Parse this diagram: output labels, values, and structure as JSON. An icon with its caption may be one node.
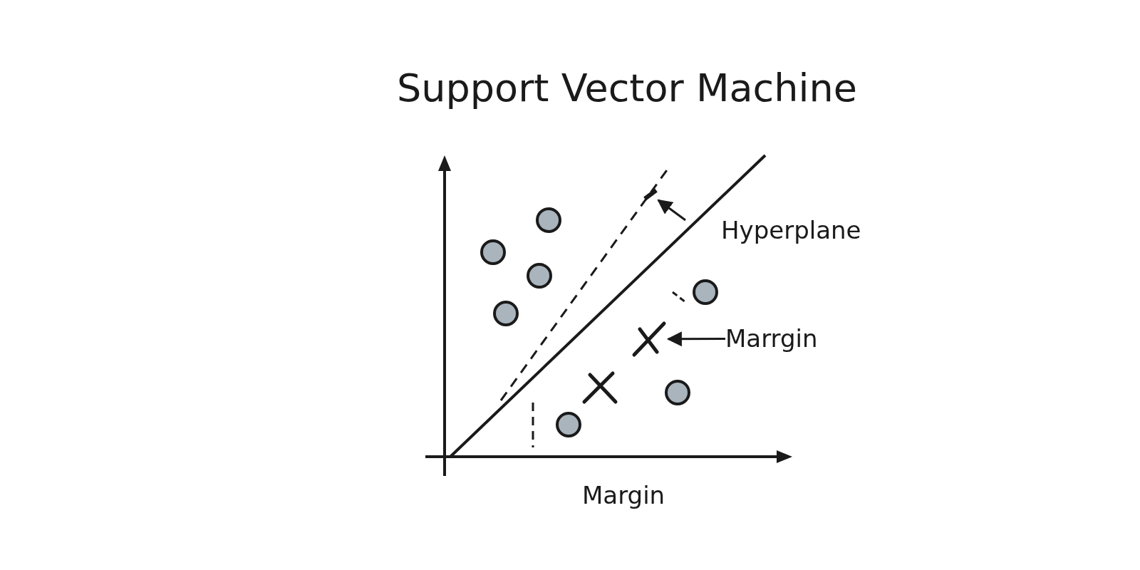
{
  "diagram": {
    "title": "Support Vector Machine",
    "nodes": [
      {
        "text": [
          "Marrgin"
        ]
      },
      {
        "text": [],
        "shape": "cross"
      },
      {
        "text": [],
        "shape": "bar"
      }
    ],
    "edges": [
      {
        "from": 0,
        "to": 1,
        "arrow": "to"
      },
      {
        "from": null,
        "to": 2,
        "arrow": "to"
      }
    ],
    "labels": [
      "Hyperplane",
      "Margin"
    ]
  }
}
